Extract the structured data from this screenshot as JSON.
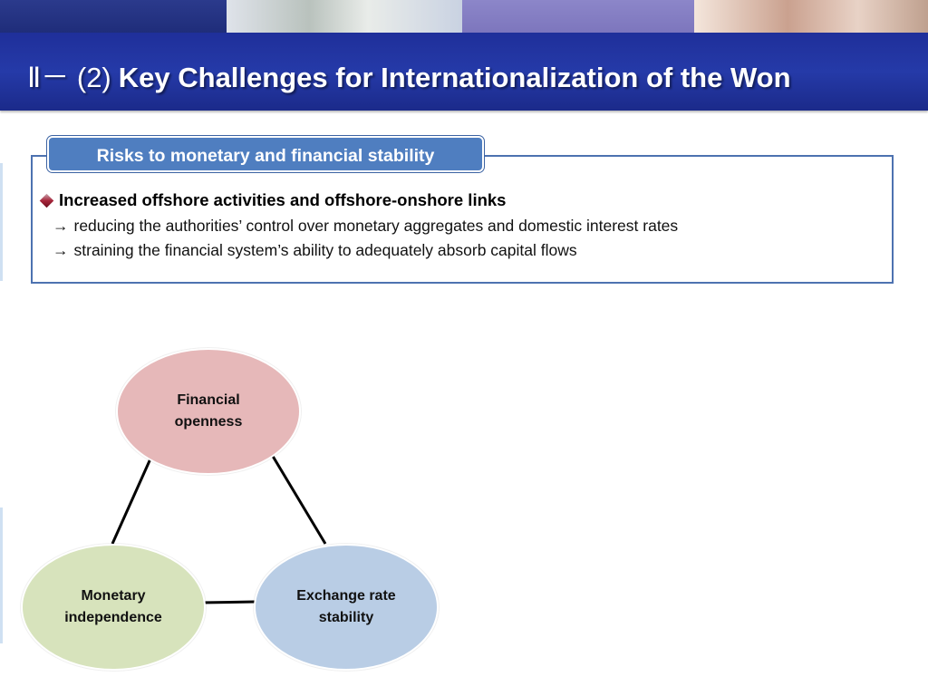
{
  "slide": {
    "title_prefix": "Ⅱ－ (2)",
    "title": "Key Challenges for Internationalization of the Won"
  },
  "risk_section": {
    "tab_label": "Risks to monetary and financial stability",
    "bullet": "Increased offshore activities and offshore-onshore links",
    "sub_points": [
      "reducing the authorities’ control over monetary aggregates  and domestic interest rates",
      "straining the financial system’s ability to adequately absorb capital flows"
    ],
    "bullet_icon": "diamond-bullet-icon",
    "arrow_glyph": "→"
  },
  "trilemma": {
    "nodes": [
      {
        "id": "financial-openness",
        "label_line1": "Financial",
        "label_line2": "openness",
        "color": "#e6b8b9"
      },
      {
        "id": "monetary-independence",
        "label_line1": "Monetary",
        "label_line2": "independence",
        "color": "#d7e3bc"
      },
      {
        "id": "exchange-rate-stability",
        "label_line1": "Exchange rate",
        "label_line2": "stability",
        "color": "#b9cde5"
      }
    ]
  },
  "colors": {
    "title_bar": "#1f2f9a",
    "box_border": "#4d72b0",
    "tab_fill": "#4f7ec0"
  }
}
